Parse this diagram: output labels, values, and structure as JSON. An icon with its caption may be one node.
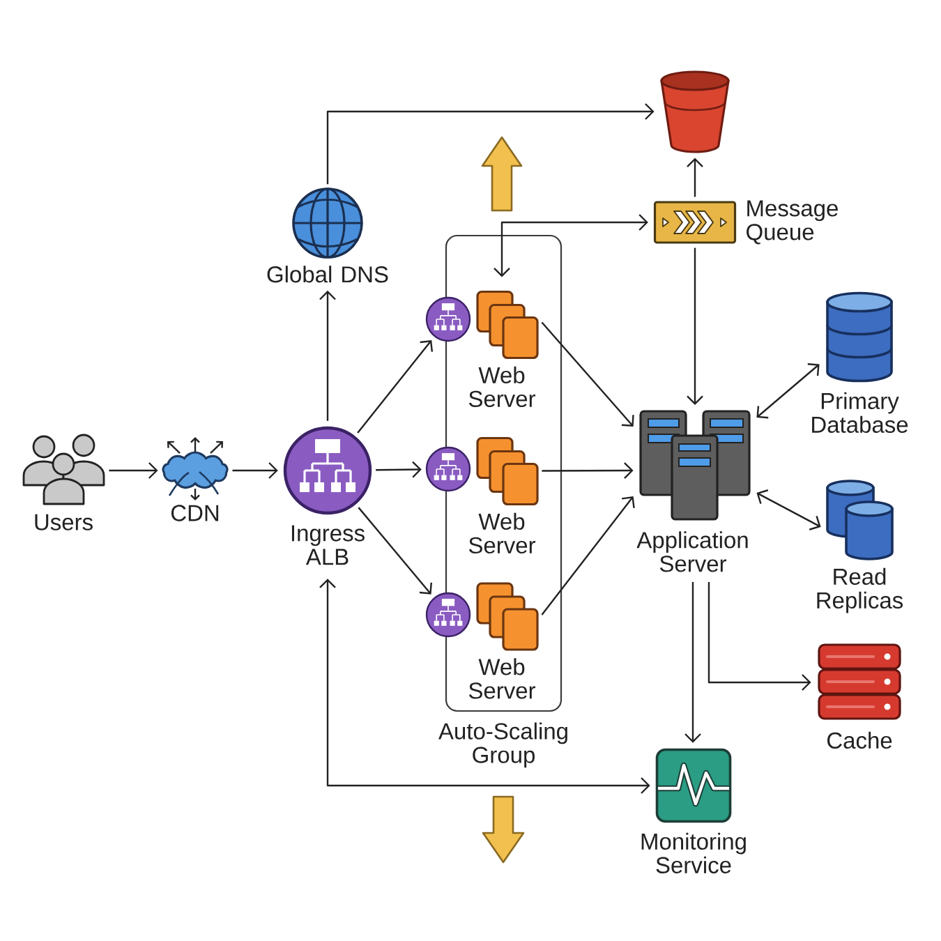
{
  "diagram": {
    "nodes": [
      {
        "text": [
          "Users"
        ]
      },
      {
        "text": [
          "CDN"
        ]
      },
      {
        "text": [
          "Ingress ALB"
        ]
      },
      {
        "text": [
          "Global DNS"
        ]
      },
      {
        "text": [],
        "shape": "bucket"
      },
      {
        "text": [
          "Message Queue"
        ]
      },
      {
        "text": [
          "Auto-Scaling Group"
        ]
      },
      {
        "text": [],
        "shape": "circle"
      },
      {
        "text": [
          "Web Server"
        ],
        "in": 6
      },
      {
        "text": [],
        "shape": "circle"
      },
      {
        "text": [
          "Web Server"
        ],
        "in": 6
      },
      {
        "text": [],
        "shape": "circle"
      },
      {
        "text": [
          "Web Server"
        ],
        "in": 6
      },
      {
        "text": [
          "Application Server"
        ]
      },
      {
        "text": [
          "Primary Database"
        ]
      },
      {
        "text": [
          "Read Replicas"
        ]
      },
      {
        "text": [
          "Cache"
        ]
      },
      {
        "text": [
          "Monitoring Service"
        ]
      }
    ],
    "edges": [
      {
        "from": 0,
        "to": 1,
        "arrow": "to"
      },
      {
        "from": 1,
        "to": 2,
        "arrow": "to"
      },
      {
        "from": 2,
        "to": 3,
        "arrow": "to"
      },
      {
        "from": 3,
        "to": 4,
        "arrow": "to"
      },
      {
        "from": 2,
        "to": 7,
        "arrow": "to"
      },
      {
        "from": 2,
        "to": 9,
        "arrow": "to"
      },
      {
        "from": 2,
        "to": 11,
        "arrow": "to"
      },
      {
        "from": 8,
        "to": 13,
        "arrow": "to"
      },
      {
        "from": 10,
        "to": 13,
        "arrow": "to"
      },
      {
        "from": 12,
        "to": 13,
        "arrow": "to"
      },
      {
        "from": 8,
        "to": 5,
        "arrow": "both"
      },
      {
        "from": 5,
        "to": 4,
        "arrow": "to"
      },
      {
        "from": 5,
        "to": 13,
        "arrow": "to"
      },
      {
        "from": 13,
        "to": 14,
        "arrow": "both"
      },
      {
        "from": 13,
        "to": 15,
        "arrow": "both"
      },
      {
        "from": 13,
        "to": 16,
        "arrow": "to"
      },
      {
        "from": 13,
        "to": 17,
        "arrow": "to"
      },
      {
        "from": 2,
        "to": 17,
        "arrow": "both"
      }
    ]
  }
}
